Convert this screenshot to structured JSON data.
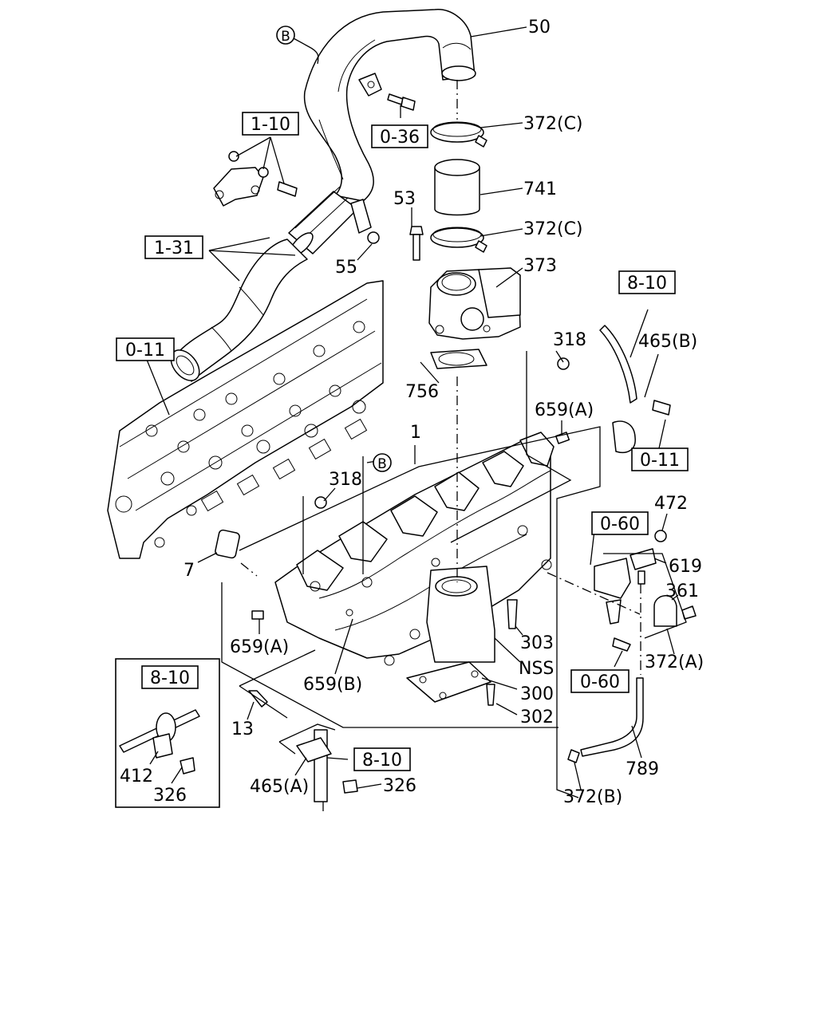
{
  "references": {
    "ref_1_10": "1-10",
    "ref_0_36": "0-36",
    "ref_1_31": "1-31",
    "ref_0_11_left": "0-11",
    "ref_8_10_top": "8-10",
    "ref_0_11_right": "0-11",
    "ref_0_60_upper": "0-60",
    "ref_0_60_lower": "0-60",
    "ref_8_10_inset": "8-10",
    "ref_8_10_bottom": "8-10"
  },
  "circle_marks": {
    "b_top": "B",
    "b_mid": "B"
  },
  "parts": {
    "p50": "50",
    "p372c_upper": "372(C)",
    "p741": "741",
    "p372c_lower": "372(C)",
    "p53": "53",
    "p373": "373",
    "p55": "55",
    "p318_right": "318",
    "p465b": "465(B)",
    "p756": "756",
    "p659a_right": "659(A)",
    "p1": "1",
    "p318_mid": "318",
    "p472": "472",
    "p619": "619",
    "p361": "361",
    "p7": "7",
    "p659a_left": "659(A)",
    "p659b": "659(B)",
    "p303": "303",
    "pNSS": "NSS",
    "p300": "300",
    "p302": "302",
    "p372a": "372(A)",
    "p13": "13",
    "p412": "412",
    "p326_inset": "326",
    "p465a": "465(A)",
    "p326": "326",
    "p789": "789",
    "p372b": "372(B)"
  }
}
